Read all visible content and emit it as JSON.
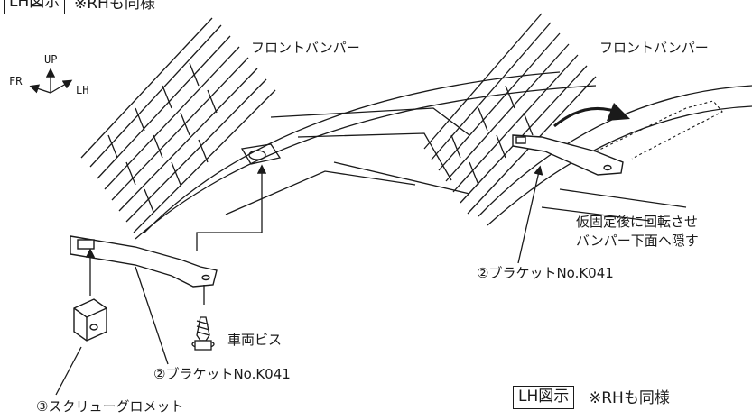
{
  "header_note": {
    "boxed": "LH図示",
    "note": "※RHも同様"
  },
  "left_figure": {
    "label_bumper": "フロントバンパー",
    "axes": {
      "up": "UP",
      "front": "FR",
      "lh": "LH"
    },
    "label_screw": "車両ビス",
    "label_bracket": "②ブラケットNo.K041",
    "label_grommet": "③スクリューグロメット"
  },
  "right_figure": {
    "label_bumper": "フロントバンパー",
    "label_instruction_line1": "仮固定後に回転させ",
    "label_instruction_line2": "バンパー下面へ隠す",
    "label_bracket": "②ブラケットNo.K041"
  },
  "footer_note": {
    "boxed": "LH図示",
    "note": "※RHも同様"
  }
}
